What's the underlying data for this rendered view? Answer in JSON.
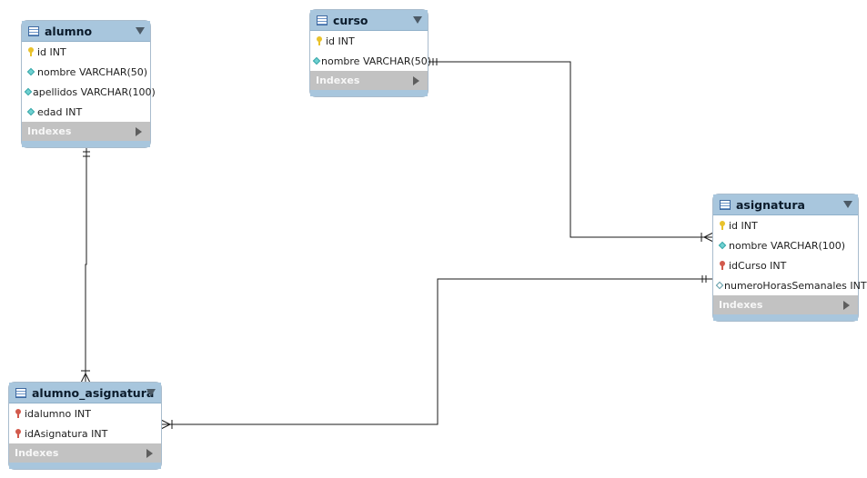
{
  "tables": [
    {
      "name": "alumno",
      "columns": [
        {
          "label": "id INT",
          "icon": "primary-key-icon"
        },
        {
          "label": "nombre VARCHAR(50)",
          "icon": "filled-diamond-icon"
        },
        {
          "label": "apellidos VARCHAR(100)",
          "icon": "filled-diamond-icon"
        },
        {
          "label": "edad INT",
          "icon": "filled-diamond-icon"
        }
      ],
      "indexes_label": "Indexes"
    },
    {
      "name": "curso",
      "columns": [
        {
          "label": "id INT",
          "icon": "primary-key-icon"
        },
        {
          "label": "nombre VARCHAR(50)",
          "icon": "filled-diamond-icon"
        }
      ],
      "indexes_label": "Indexes"
    },
    {
      "name": "asignatura",
      "columns": [
        {
          "label": "id INT",
          "icon": "primary-key-icon"
        },
        {
          "label": "nombre VARCHAR(100)",
          "icon": "filled-diamond-icon"
        },
        {
          "label": "idCurso INT",
          "icon": "foreign-key-icon"
        },
        {
          "label": "numeroHorasSemanales INT",
          "icon": "hollow-diamond-icon"
        }
      ],
      "indexes_label": "Indexes"
    },
    {
      "name": "alumno_asignatura",
      "columns": [
        {
          "label": "idalumno INT",
          "icon": "foreign-key-icon"
        },
        {
          "label": "idAsignatura INT",
          "icon": "foreign-key-icon"
        }
      ],
      "indexes_label": "Indexes"
    }
  ],
  "relationships": [
    {
      "from": "alumno",
      "to": "alumno_asignatura",
      "from_end": "one-mandatory",
      "to_end": "many-mandatory"
    },
    {
      "from": "curso",
      "to": "asignatura",
      "from_end": "one-mandatory",
      "to_end": "many-mandatory"
    },
    {
      "from": "asignatura",
      "to": "alumno_asignatura",
      "from_end": "one-mandatory",
      "to_end": "many-mandatory"
    }
  ],
  "colors": {
    "header": "#a8c6dd",
    "indexes_bar": "#c2c2c2",
    "line": "#1a1a1a"
  }
}
